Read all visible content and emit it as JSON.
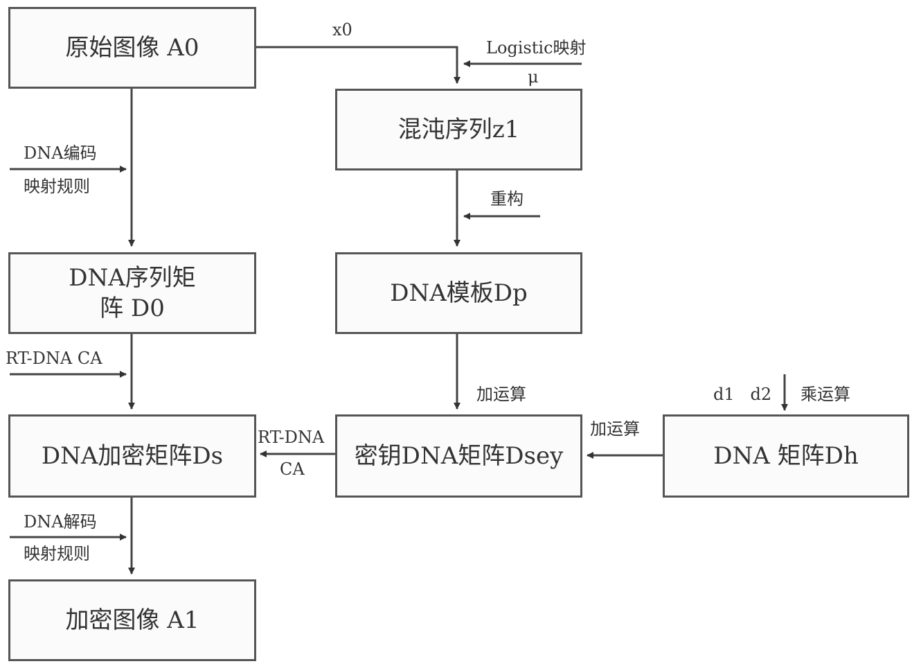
{
  "boxes": {
    "original_image": "原始图像 A0",
    "chaotic_sequence": "混沌序列z1",
    "dna_sequence_matrix_line1": "DNA序列矩",
    "dna_sequence_matrix_line2": "阵 D0",
    "dna_template": "DNA模板Dp",
    "dna_encrypted_matrix": "DNA加密矩阵Ds",
    "key_dna_matrix": "密钥DNA矩阵Dsey",
    "dna_matrix_dh": "DNA 矩阵Dh",
    "encrypted_image": "加密图像 A1"
  },
  "labels": {
    "x0": "x0",
    "logistic": "Logistic映射",
    "mu": "μ",
    "dna_encode_line1": "DNA编码",
    "dna_encode_line2": "映射规则",
    "restructure": "重构",
    "rt_dna_ca_left": "RT-DNA CA",
    "add_op_vertical": "加运算",
    "d1_d2": "d1   d2",
    "mul_op": "乘运算",
    "rt_dna_ca_mid_line1": "RT-DNA",
    "rt_dna_ca_mid_line2": "CA",
    "add_op_horizontal": "加运算",
    "dna_decode_line1": "DNA解码",
    "dna_decode_line2": "映射规则"
  }
}
